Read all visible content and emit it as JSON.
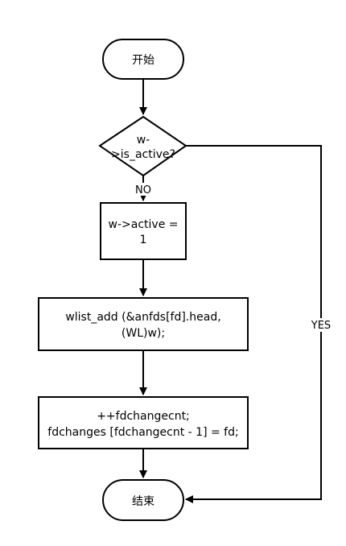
{
  "diagram": {
    "start_label": "开始",
    "decision_label_line1": "w-",
    "decision_label_line2": ">is_active?",
    "no_label": "NO",
    "yes_label": "YES",
    "step1_line1": "w->active =",
    "step1_line2": "1",
    "step2_line1": "wlist_add (&anfds[fd].head,",
    "step2_line2": "(WL)w);",
    "step3_line1": "++fdchangecnt;",
    "step3_line2": "fdchanges [fdchangecnt - 1] = fd;",
    "end_label": "结束"
  }
}
